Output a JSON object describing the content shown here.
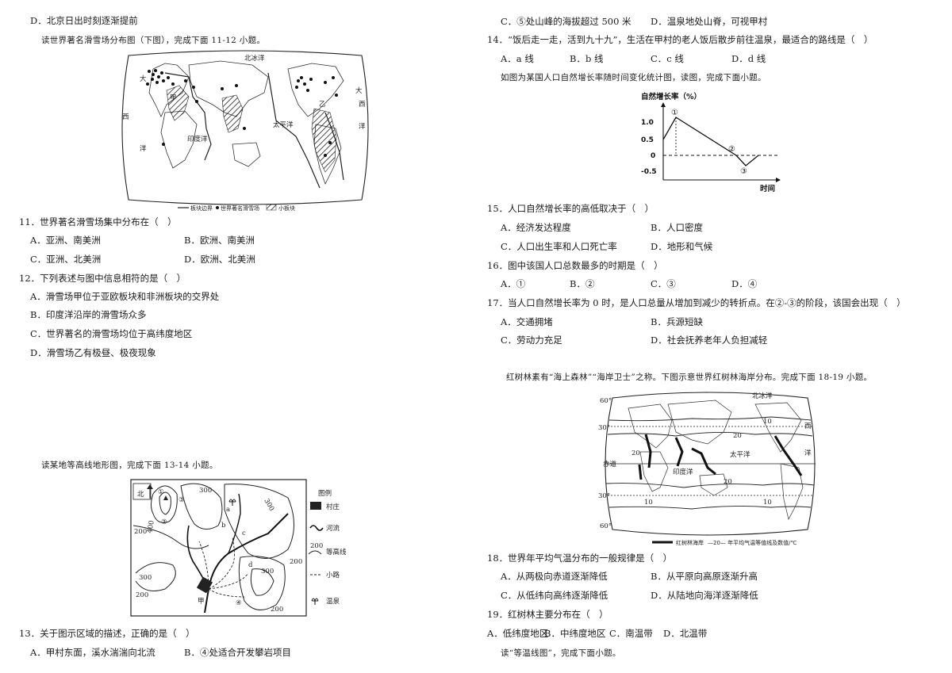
{
  "left": {
    "prev_option_d": "D．北京日出时刻逐渐提前",
    "intro_11_12": "读世界著名滑雪场分布图（下图），完成下面 11-12 小题。",
    "map1": {
      "labels": {
        "north_ocean": "北冰洋",
        "atlantic_left_1": "大",
        "atlantic_left_2": "西",
        "atlantic_left_3": "洋",
        "indian_ocean": "印度洋",
        "pacific": "太平洋",
        "atlantic_right_1": "大",
        "atlantic_right_2": "西",
        "atlantic_right_3": "洋",
        "jia": "甲",
        "yi": "乙"
      },
      "legend": {
        "boundary": "板块边界",
        "ski": "世界著名滑雪场",
        "plate": "小板块"
      }
    },
    "q11": {
      "stem": "11．世界著名滑雪场集中分布在（　）",
      "A": "A．亚洲、南美洲",
      "B": "B．欧洲、南美洲",
      "C": "C．亚洲、北美洲",
      "D": "D．欧洲、北美洲"
    },
    "q12": {
      "stem": "12．下列表述与图中信息相符的是（　）",
      "A": "A．滑雪场甲位于亚欧板块和非洲板块的交界处",
      "B": "B．印度洋沿岸的滑雪场众多",
      "C": "C．世界著名的滑雪场均位于高纬度地区",
      "D": "D．滑雪场乙有极昼、极夜现象"
    },
    "intro_13_14": "读某地等高线地形图，完成下面 13-14 小题。",
    "contour": {
      "north": "北",
      "c400": "400",
      "c300a": "300",
      "c300b": "300",
      "c300c": "300",
      "c300d": "300",
      "c200a": "200",
      "c200b": "200",
      "c200c": "200",
      "c200d": "200",
      "n1": "①",
      "n2": "②",
      "n3": "③",
      "n4": "④",
      "a": "a",
      "b": "b",
      "c": "c",
      "d": "d",
      "jia": "甲",
      "legend_title": "图例",
      "village": "村庄",
      "river": "河流",
      "contour_line": "等高线",
      "path": "小路",
      "spring": "温泉",
      "legend_200": "200"
    },
    "q13": {
      "stem": "13．关于图示区域的描述，正确的是（　）",
      "A": "A．甲村东面，溪水湍湍向北流",
      "B": "B．④处适合开发攀岩项目"
    }
  },
  "right": {
    "q13_cd": {
      "C": "C．⑤处山峰的海拔超过 500 米",
      "D": "D．温泉地处山脊，可视甲村"
    },
    "q14": {
      "stem": "14．“饭后走一走，活到九十九”，生活在甲村的老人饭后散步前往温泉，最适合的路线是（　）",
      "A": "A．a 线",
      "B": "B．b 线",
      "C": "C．c 线",
      "D": "D．d 线"
    },
    "intro_15_17": "如图为某国人口自然增长率随时间变化统计图，读图，完成下面小题。",
    "growth_chart": {
      "ylabel": "自然增长率（%）",
      "xlabel": "时间",
      "yticks": [
        "1.0",
        "0.5",
        "0",
        "-0.5"
      ],
      "markers": [
        "①",
        "②",
        "③"
      ]
    },
    "q15": {
      "stem": "15．人口自然增长率的高低取决于（　）",
      "A": "A．经济发达程度",
      "B": "B．人口密度",
      "C": "C．人口出生率和人口死亡率",
      "D": "D．地形和气候"
    },
    "q16": {
      "stem": "16．图中该国人口总数最多的时期是（　）",
      "A": "A．①",
      "B": "B．②",
      "C": "C．③",
      "D": "D．④"
    },
    "q17": {
      "stem": "17．当人口自然增长率为 0 时，是人口总量从增加到减少的转折点。在②-③的阶段，该国会出现（　）",
      "A": "A．交通拥堵",
      "B": "B．兵源短缺",
      "C": "C．劳动力充足",
      "D": "D．社会抚养老年人负担减轻"
    },
    "intro_18_19": "红树林素有“海上森林”“海岸卫士”之称。下图示意世界红树林海岸分布。完成下面 18-19 小题。",
    "map2": {
      "lat60n": "60°",
      "lat30n": "30°",
      "equator": "赤道",
      "lat30s": "30°",
      "lat60s": "60°",
      "north_ocean": "北冰洋",
      "pacific": "太平洋",
      "indian": "印度洋",
      "west": "西",
      "ocean": "洋",
      "iso20a": "20",
      "iso20b": "20",
      "iso10a": "10",
      "iso10b": "10",
      "iso20c": "20",
      "iso10c": "10",
      "legend_mangrove": "红树林海岸",
      "legend_iso": "—20— 年平均气温等值线及数值/℃"
    },
    "q18": {
      "stem": "18．世界年平均气温分布的一般规律是（　）",
      "A": "A．从两极向赤道逐渐降低",
      "B": "B．从平原向高原逐渐升高",
      "C": "C．从低纬向高纬逐渐降低",
      "D": "D．从陆地向海洋逐渐降低"
    },
    "q19": {
      "stem": "19．红树林主要分布在（　）",
      "A": "A．低纬度地区",
      "B": "B．中纬度地区",
      "C": "C．南温带",
      "D": "D．北温带"
    },
    "intro_next": "读“等温线图”，完成下面小题。"
  }
}
